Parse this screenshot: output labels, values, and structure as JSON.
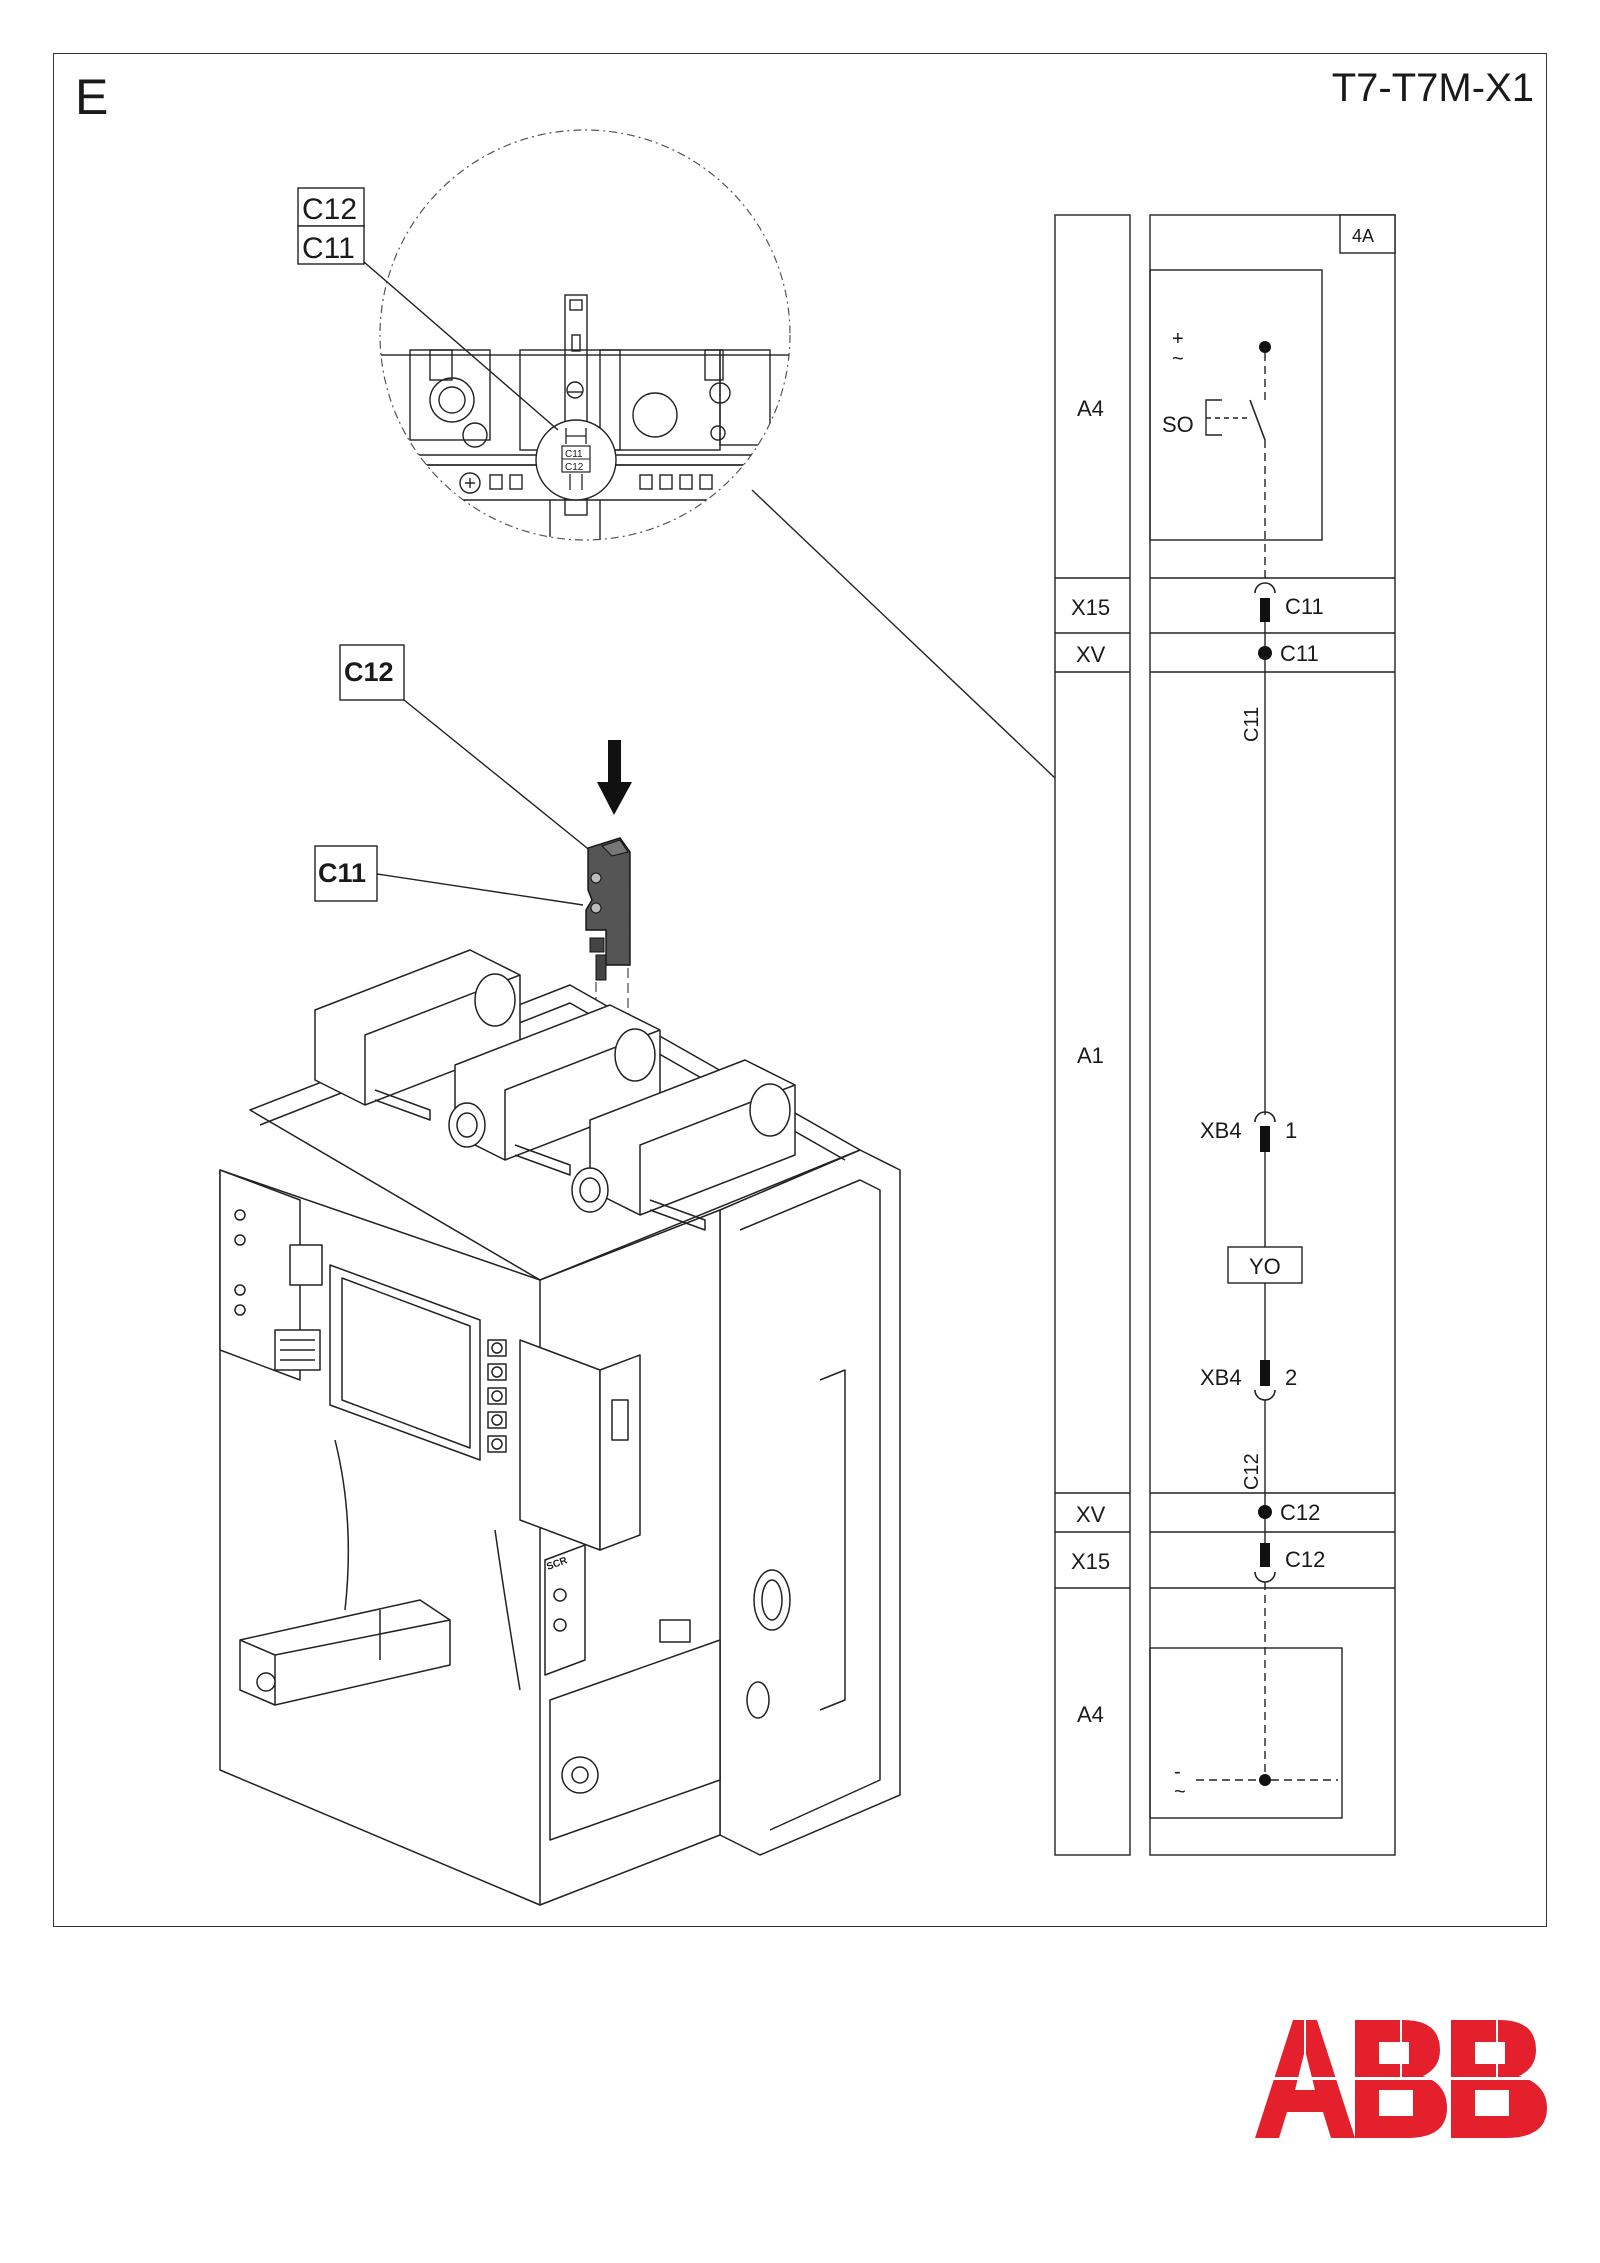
{
  "header": {
    "section": "E",
    "model": "T7-T7M-X1"
  },
  "detail_callout": {
    "labels": [
      "C12",
      "C11"
    ],
    "inset_labels": [
      "C11",
      "C12"
    ]
  },
  "part_callouts": {
    "upper": "C12",
    "lower": "C11"
  },
  "breaker_markings": {
    "plate": "SCR"
  },
  "schematic": {
    "zone_code": "4A",
    "rows": [
      "A4",
      "X15",
      "XV",
      "A1",
      "XV",
      "X15",
      "A4"
    ],
    "contact_label": "SO",
    "supply_top": [
      "+",
      "~"
    ],
    "supply_bottom": [
      "-",
      "~"
    ],
    "terminals": {
      "x15_top": "C11",
      "xv_top": "C11",
      "xv_bottom": "C12",
      "x15_bottom": "C12"
    },
    "wires": {
      "top": "C11",
      "bottom": "C12"
    },
    "connector": "XB4",
    "pins": [
      "1",
      "2"
    ],
    "coil": "YO"
  },
  "colors": {
    "logo": "#e4202c",
    "ink": "#1a1a1a"
  },
  "brand": "ABB"
}
